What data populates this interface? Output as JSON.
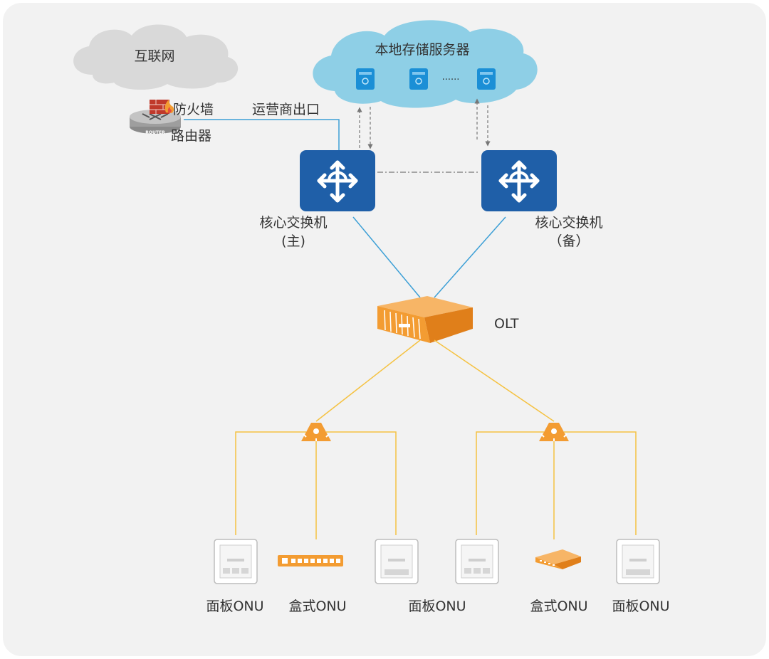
{
  "clouds": {
    "internet": "互联网",
    "storage": "本地存储服务器",
    "storage_ellipsis": "......"
  },
  "edge": {
    "firewall_label": "防火墙",
    "router_label": "路由器",
    "router_badge": "ROUTER",
    "isp_exit_label": "运营商出口"
  },
  "core": {
    "primary_label": "核心交换机",
    "primary_sub": "(主)",
    "backup_label": "核心交换机",
    "backup_sub": "（备）"
  },
  "olt": {
    "label": "OLT"
  },
  "onus": [
    "面板ONU",
    "盒式ONU",
    "面板ONU",
    "面板ONU",
    "盒式ONU",
    "面板ONU"
  ],
  "colors": {
    "background": "#f2f2f2",
    "cloud_gray": "#d9d9d9",
    "cloud_blue": "#8ecfe6",
    "switch_blue": "#1f5fa8",
    "link_blue": "#3c9fd6",
    "olt_orange": "#f39c32",
    "fiber_yellow": "#f5c242"
  }
}
